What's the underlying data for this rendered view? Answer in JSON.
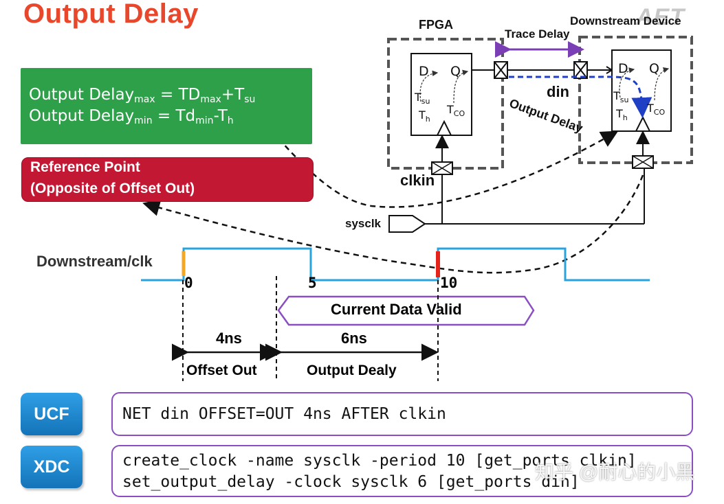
{
  "title": "Output Delay",
  "logo": "AET",
  "formulas": {
    "max": {
      "a": "Output Delay",
      "a_sub": "max",
      "b": " = TD",
      "b_sub": "max",
      "c": "+T",
      "c_sub": "su"
    },
    "min": {
      "a": "Output Delay",
      "a_sub": "min",
      "b": " = Td",
      "b_sub": "min",
      "c": "-T",
      "c_sub": "h"
    }
  },
  "reference": {
    "line1": "Reference Point",
    "line2": "(Opposite of Offset Out)"
  },
  "labels": {
    "fpga": "FPGA",
    "downstream_device": "Downstream Device",
    "trace_delay": "Trace Delay",
    "din": "din",
    "output_delay": "Output Delay",
    "clkin": "clkin",
    "sysclk": "sysclk",
    "downstream_clk": "Downstream/clk"
  },
  "flipflop": {
    "d": "D",
    "q": "Q",
    "tsu": "T",
    "tsu_sub": "su",
    "th": "T",
    "th_sub": "h",
    "tco": "T",
    "tco_sub": "CO"
  },
  "timing": {
    "t0": "0",
    "t5": "5",
    "t10": "10",
    "data_valid": "Current Data Valid",
    "span1_value": "4ns",
    "span1_label": "Offset Out",
    "span2_value": "6ns",
    "span2_label": "Output Dealy"
  },
  "constraints": {
    "ucf_label": "UCF",
    "ucf_line": "NET din OFFSET=OUT 4ns AFTER clkin",
    "xdc_label": "XDC",
    "xdc_line1": "create_clock -name sysclk -period 10 [get_ports clkin]",
    "xdc_line2": "set_output_delay -clock sysclk 6 [get_ports din]"
  },
  "watermark": "知乎 @耐心的小黑",
  "colors": {
    "title": "#e8472b",
    "green": "#2fa04a",
    "red": "#c21833",
    "clock_wave": "#29a3dd",
    "edge_orange": "#f5a623",
    "edge_red": "#e5231b",
    "purple": "#8a4ec0",
    "blue_dash": "#1f3fc4",
    "button_blue": "#1f88d0"
  }
}
